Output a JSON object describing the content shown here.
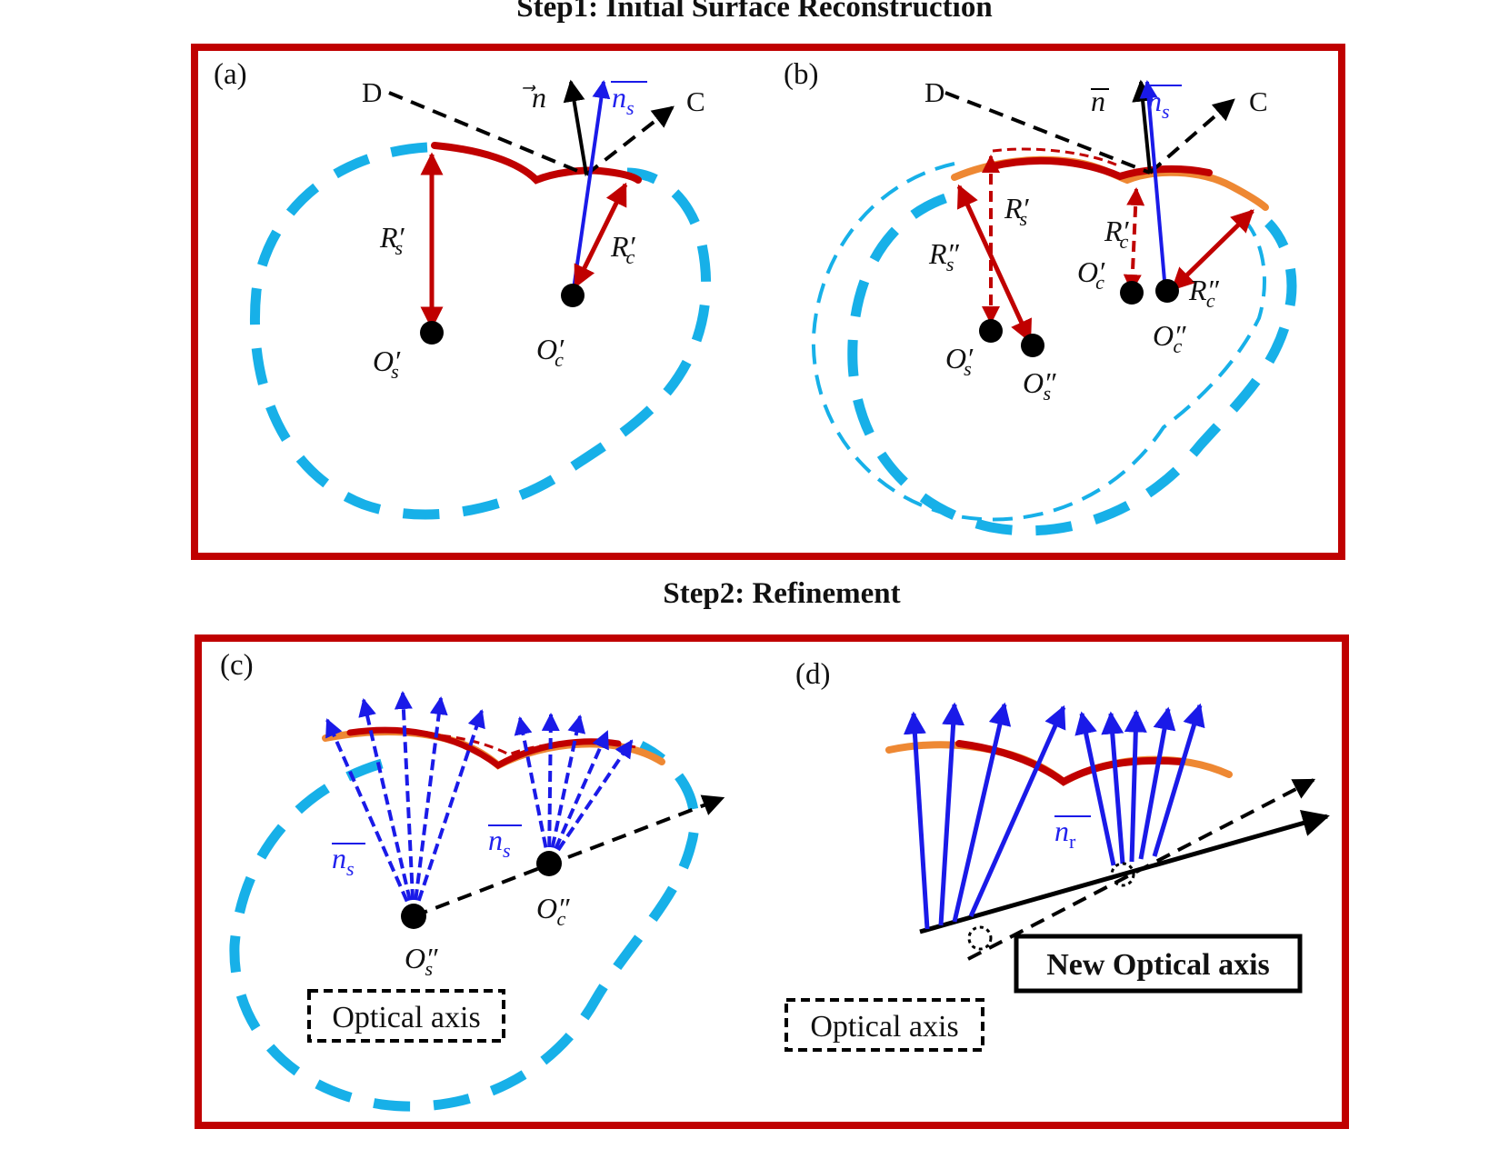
{
  "titles": {
    "step1": "Step1: Initial Surface Reconstruction",
    "step2": "Step2: Refinement"
  },
  "panels": {
    "a": "(a)",
    "b": "(b)",
    "c": "(c)",
    "d": "(d)"
  },
  "points": {
    "D": "D",
    "C": "C"
  },
  "math": {
    "n": "n",
    "n_s": "n",
    "n_s_sub": "s",
    "n_r": "n",
    "n_r_sub": "r",
    "R": "R",
    "O": "O",
    "sub_s": "s",
    "sub_c": "c",
    "prime": "′",
    "dprime": "″"
  },
  "boxes": {
    "optical_axis": "Optical axis",
    "new_optical_axis": "New Optical axis"
  },
  "colors": {
    "frame": "#c00000",
    "surface_red": "#c00000",
    "surface_orange": "#ee8833",
    "dashed_cyan": "#17b0e8",
    "blue_vector": "#1a1ae8",
    "black": "#000000"
  }
}
